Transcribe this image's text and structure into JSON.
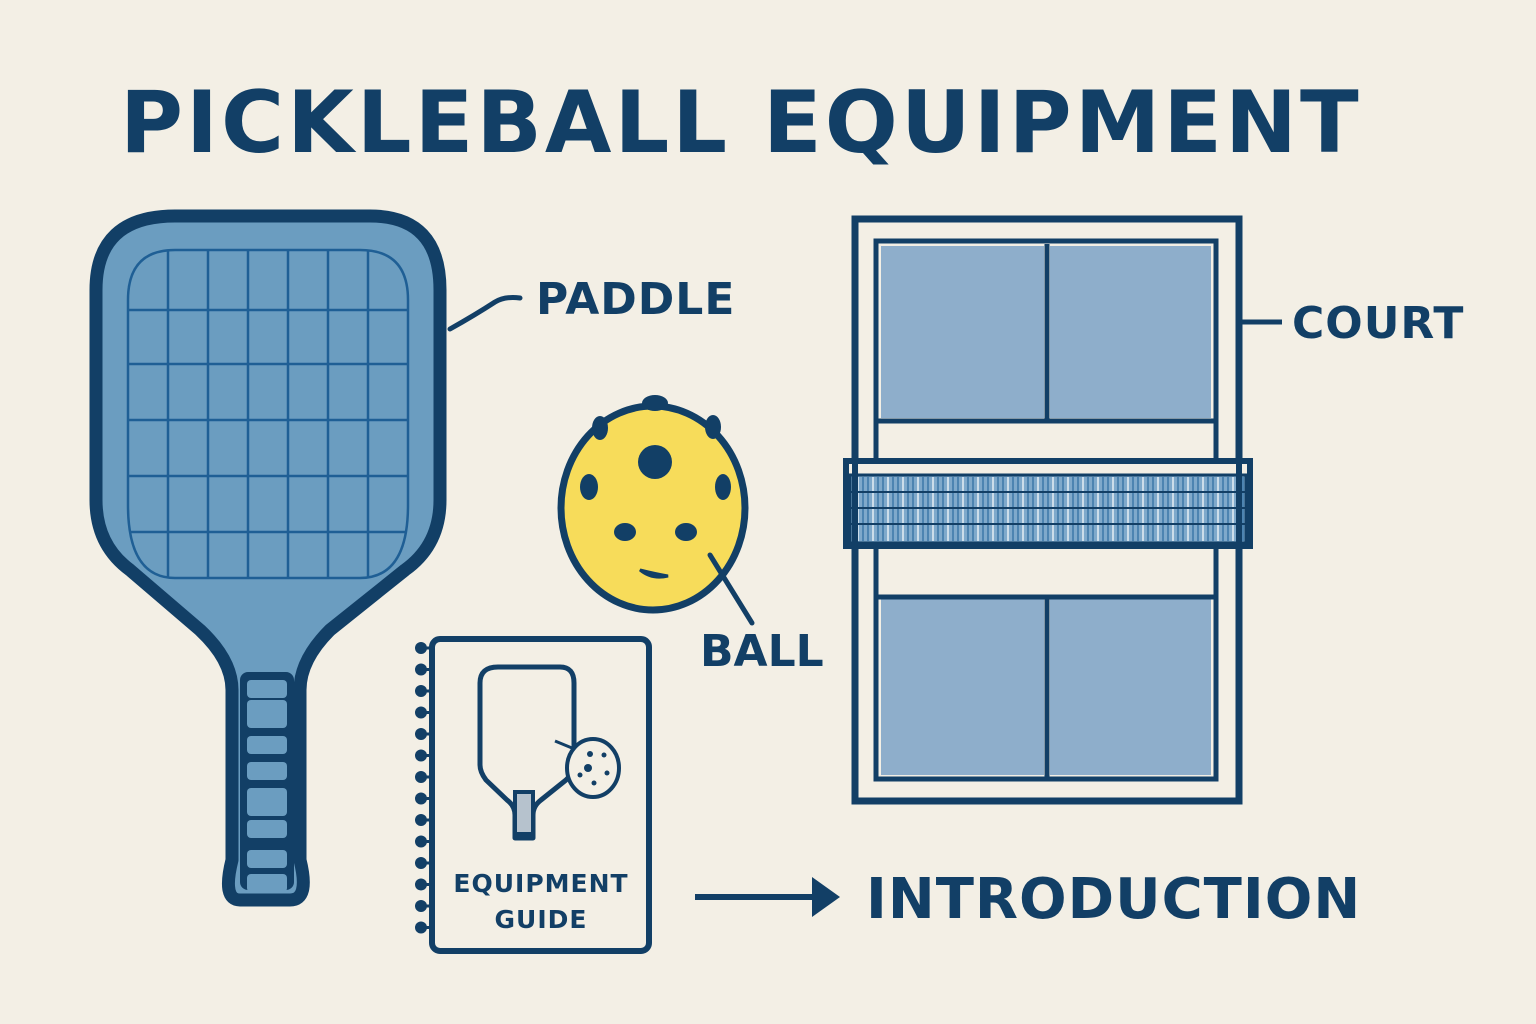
{
  "title": "PICKLEBALL EQUIPMENT",
  "labels": {
    "paddle": "PADDLE",
    "ball": "BALL",
    "court": "COURT",
    "introduction": "INTRODUCTION"
  },
  "guide": {
    "line1": "EQUIPMENT",
    "line2": "GUIDE"
  },
  "colors": {
    "background": "#f3efe5",
    "navy": "#123f66",
    "paddle_blue": "#6b9dc0",
    "court_blue": "#8eaecb",
    "ball_yellow": "#f7dc5a"
  }
}
